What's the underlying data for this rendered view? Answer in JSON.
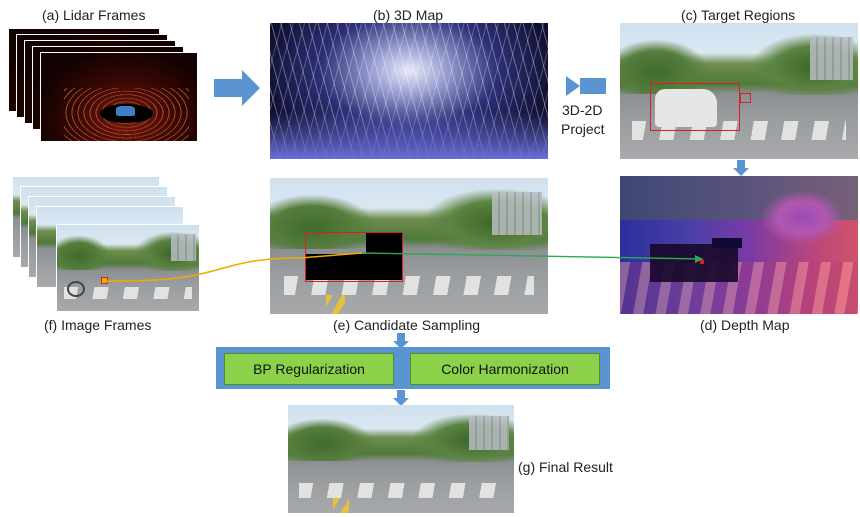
{
  "captions": {
    "lidar": "(a) Lidar Frames",
    "map": "(b) 3D Map",
    "target": "(c) Target Regions",
    "depth": "(d) Depth Map",
    "candidate": "(e) Candidate Sampling",
    "frames": "(f) Image Frames",
    "final": "(g) Final Result"
  },
  "projection": {
    "line1": "3D-2D",
    "line2": "Project"
  },
  "modules": {
    "bp": "BP Regularization",
    "color": "Color Harmonization"
  },
  "colors": {
    "arrow_blue": "#5a94d2",
    "module_green": "#8bd24a",
    "curve_orange": "#f2a900",
    "link_green": "#2fa84f",
    "region_red": "#d92020"
  }
}
